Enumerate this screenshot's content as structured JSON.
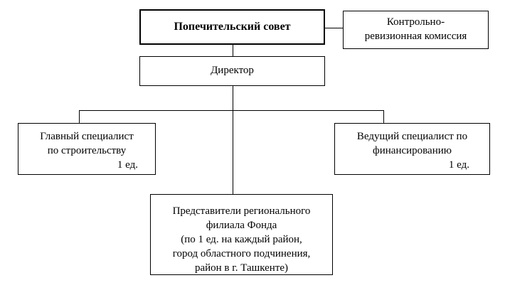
{
  "board": {
    "label": "Попечительский совет"
  },
  "audit": {
    "line1": "Контрольно-",
    "line2": "ревизионная комиссия"
  },
  "director": {
    "label": "Директор"
  },
  "chief_specialist": {
    "line1": "Главный специалист",
    "line2": "по строительству",
    "units": "1 ед."
  },
  "lead_specialist": {
    "line1": "Ведущий специалист по",
    "line2": "финансированию",
    "units": "1 ед."
  },
  "regional": {
    "line1": "Представители регионального",
    "line2": "филиала Фонда",
    "line3": "(по 1 ед. на каждый район,",
    "line4": "город областного подчинения,",
    "line5": "район в г. Ташкенте)"
  }
}
